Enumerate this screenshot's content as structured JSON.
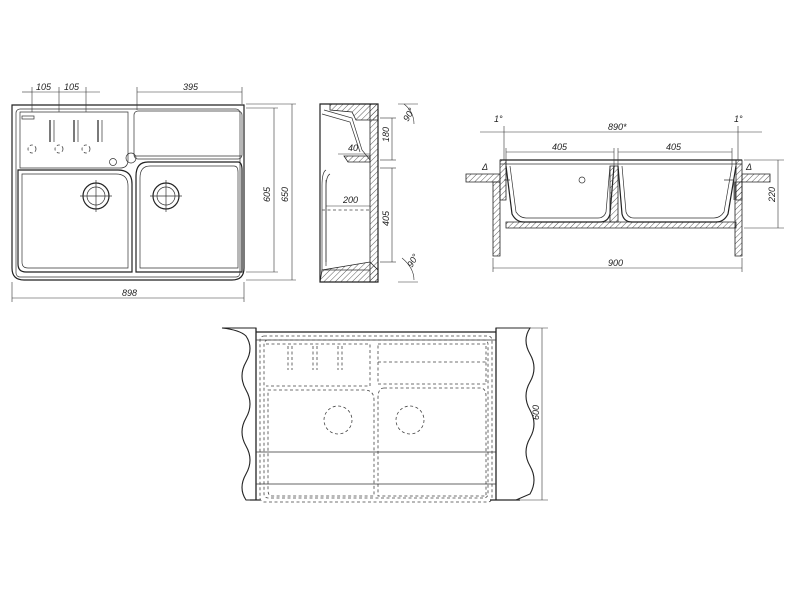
{
  "top_view": {
    "dims": {
      "d105a": "105",
      "d105b": "105",
      "d395": "395",
      "d605": "605",
      "d650": "650",
      "d898": "898"
    }
  },
  "side_section": {
    "dims": {
      "d180": "180",
      "d40": "40",
      "d200": "200",
      "d405": "405",
      "a90top": "90°",
      "a90bot": "90°"
    }
  },
  "front_section": {
    "dims": {
      "a1left": "1°",
      "a1right": "1°",
      "d890": "890*",
      "d405a": "405",
      "d405b": "405",
      "deltaL": "Δ",
      "deltaR": "Δ",
      "d220": "220",
      "d900": "900"
    }
  },
  "install_view": {
    "dims": {
      "d600": "600"
    }
  }
}
